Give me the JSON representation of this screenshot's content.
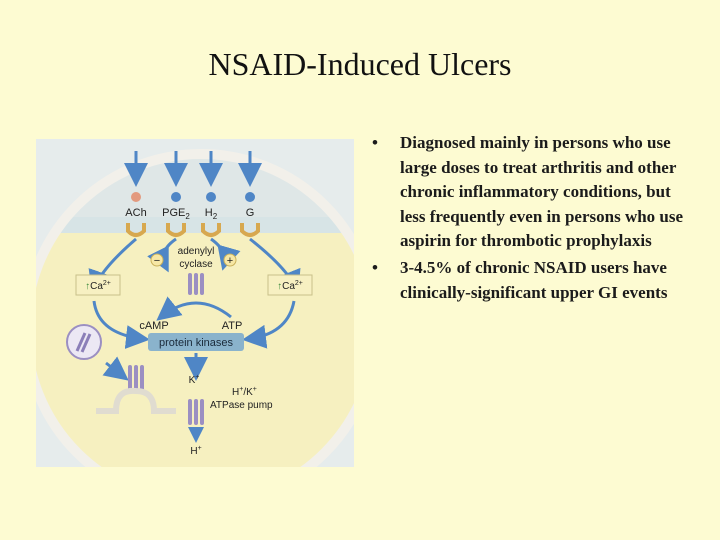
{
  "slide": {
    "title": "NSAID-Induced Ulcers",
    "bullet_symbol": "•",
    "bullets": [
      "Diagnosed mainly in persons who use large doses to treat arthritis and other chronic inflammatory conditions, but less frequently even in persons who use aspirin for thrombotic prophylaxis",
      "3-4.5% of chronic NSAID users have clinically-significant upper GI events"
    ]
  },
  "diagram": {
    "receptors": [
      "ACh",
      "PGE",
      "H",
      "G"
    ],
    "pge_subscript": "2",
    "h_subscript": "2",
    "enzyme_line1": "adenylyl",
    "enzyme_line2": "cyclase",
    "minus_sign": "−",
    "plus_sign": "+",
    "calcium_left": "Ca",
    "calcium_right": "Ca",
    "calcium_charge": "2+",
    "up_arrow": "↑",
    "camp": "cAMP",
    "atp": "ATP",
    "kinases": "protein kinases",
    "k_ion": "K",
    "k_charge": "+",
    "pump_line1": "H",
    "pump_line1_sup1": "+",
    "pump_line1_mid": "/K",
    "pump_line1_sup2": "+",
    "pump_line2": "ATPase pump",
    "h_ion": "H",
    "h_charge": "+",
    "colors": {
      "cytoplasm": "#f6f0c0",
      "membrane_band": "#d7e4e6",
      "arrow_blue": "#4f86c6",
      "receptor_tan": "#d7a84f",
      "ach_dot": "#e39a7f",
      "kinase_box": "#8ab3cc",
      "channel_purple": "#9b8fc2"
    }
  }
}
